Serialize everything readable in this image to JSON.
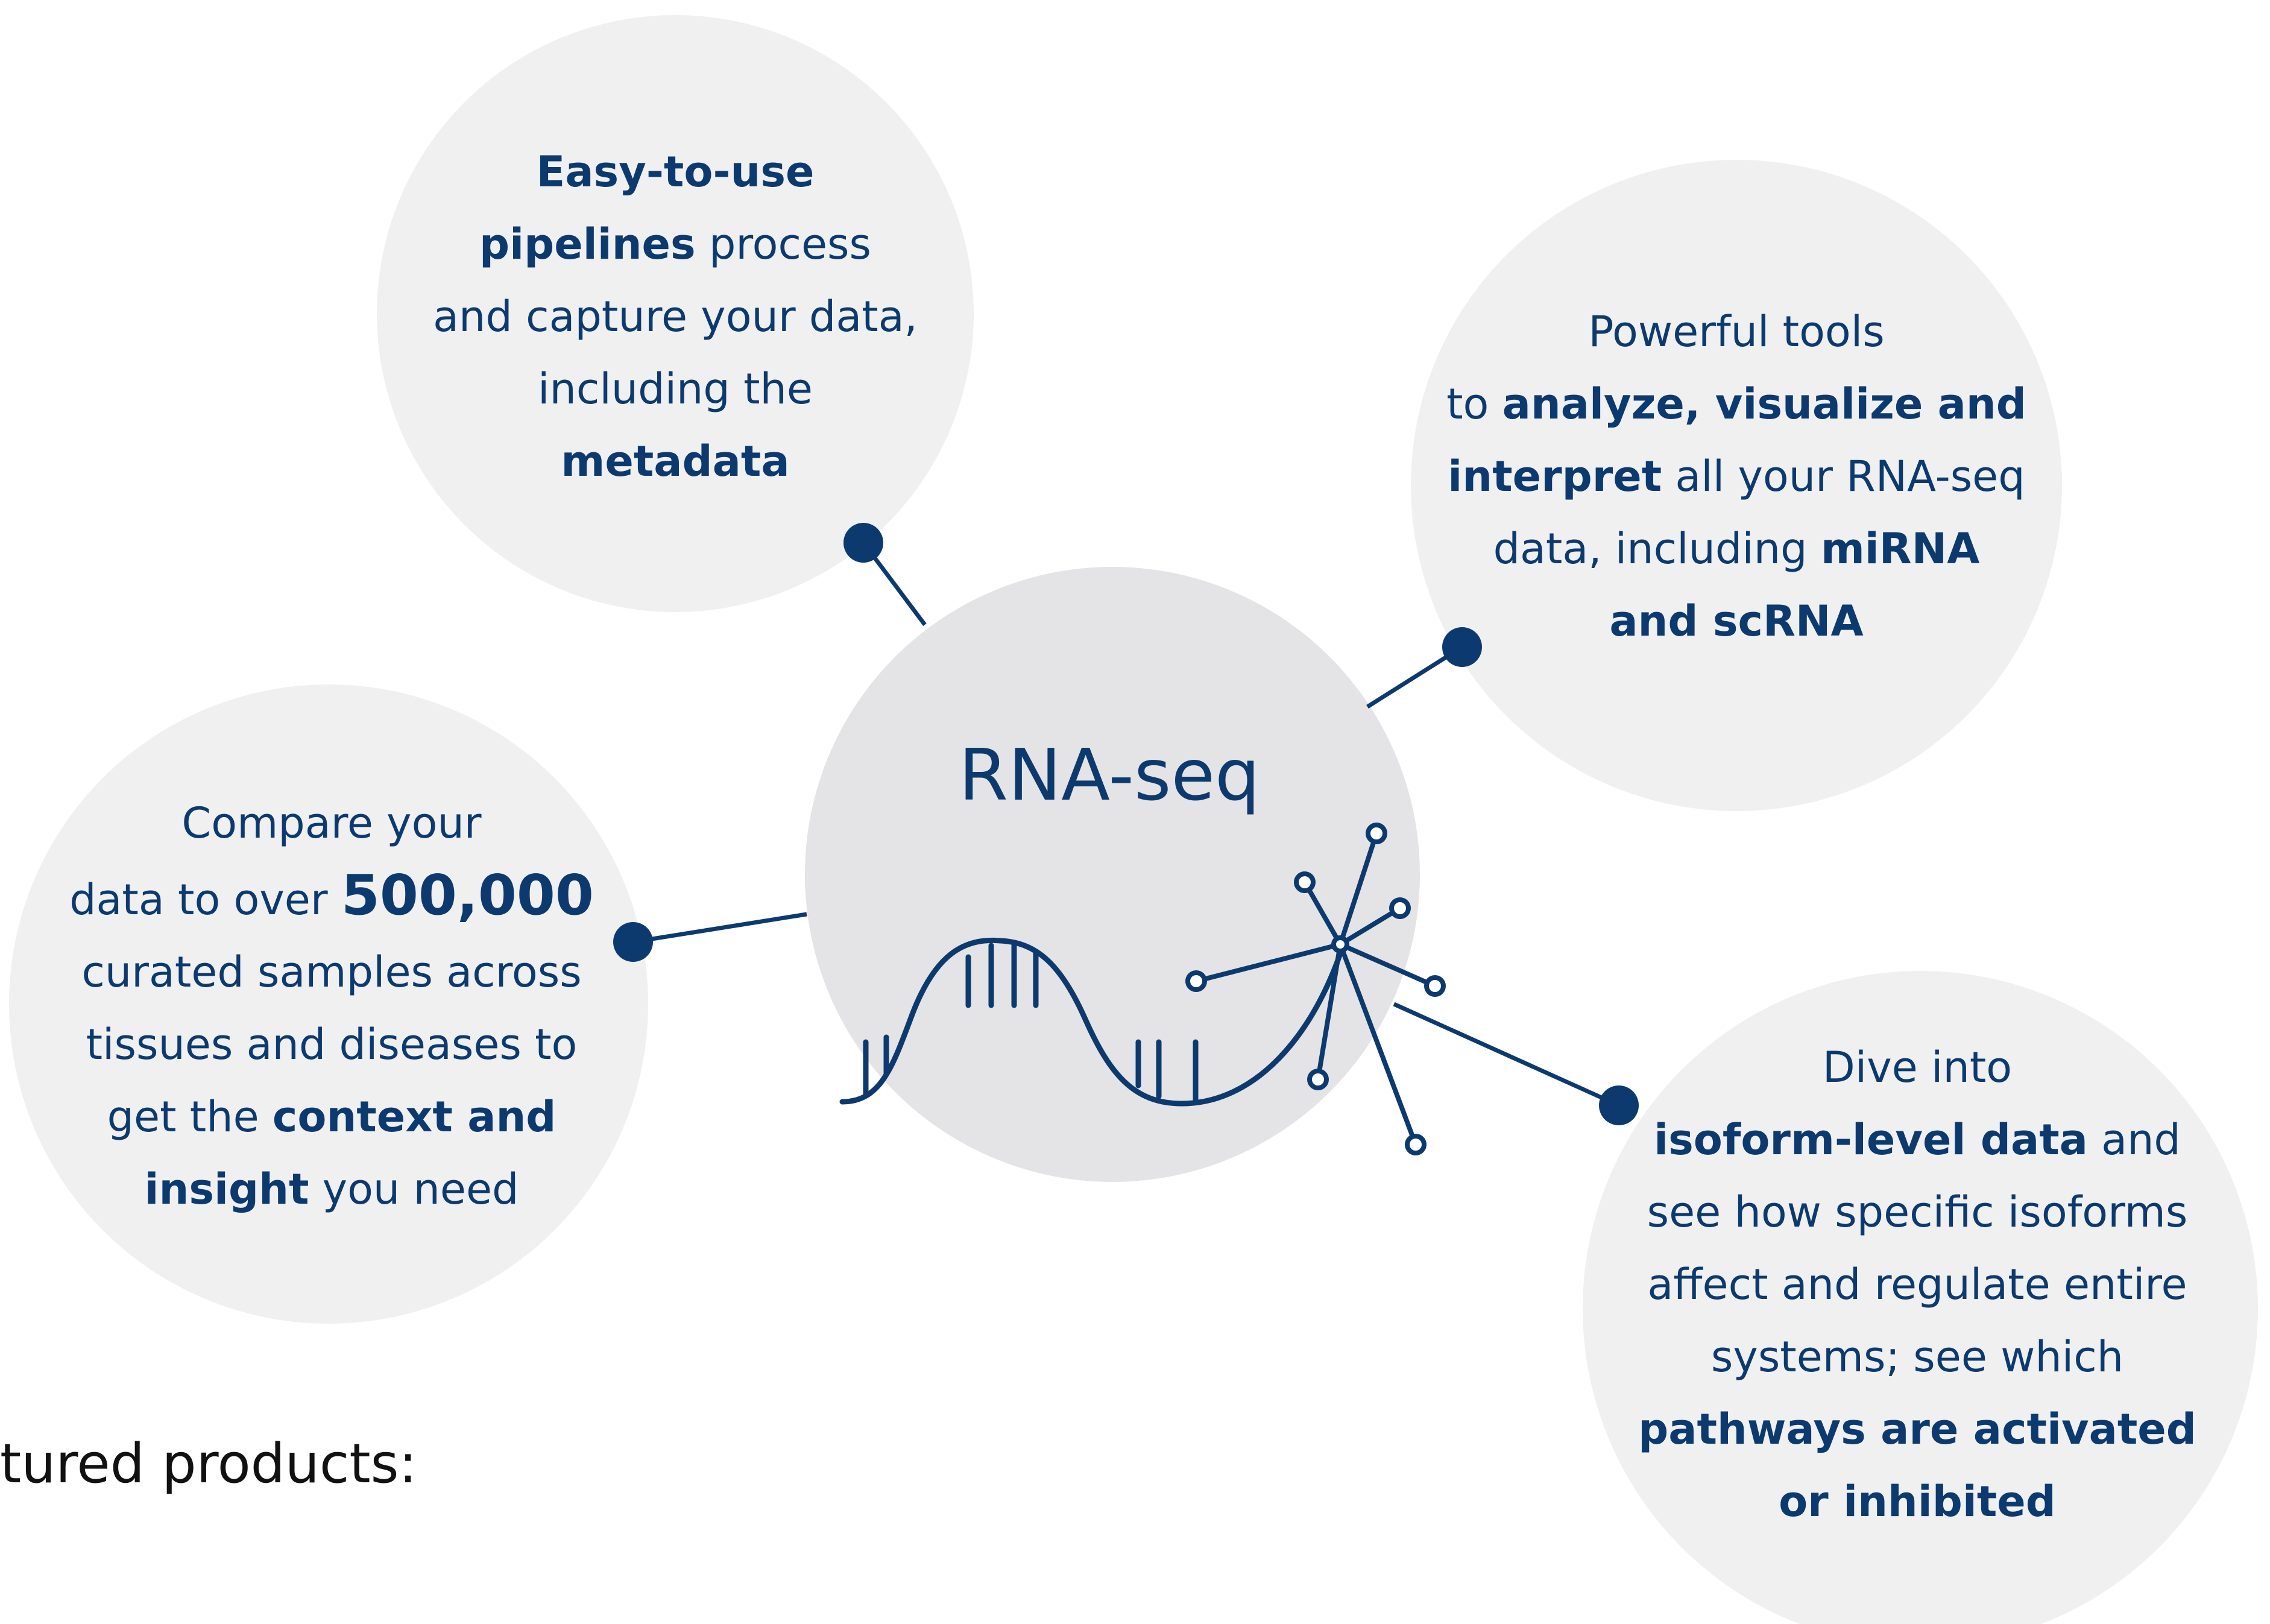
{
  "center": {
    "title": "RNA-seq"
  },
  "bubbles": {
    "top": {
      "lines": [
        [
          {
            "text": "Easy-to-use",
            "bold": true
          }
        ],
        [
          {
            "text": "pipelines",
            "bold": true
          },
          {
            "text": " process",
            "bold": false
          }
        ],
        [
          {
            "text": "and capture your data,",
            "bold": false
          }
        ],
        [
          {
            "text": "including the",
            "bold": false
          }
        ],
        [
          {
            "text": "metadata",
            "bold": true
          }
        ]
      ]
    },
    "right": {
      "lines": [
        [
          {
            "text": "Powerful tools",
            "bold": false
          }
        ],
        [
          {
            "text": "to ",
            "bold": false
          },
          {
            "text": "analyze, visualize and",
            "bold": true
          }
        ],
        [
          {
            "text": "interpret",
            "bold": true
          },
          {
            "text": " all your RNA-seq",
            "bold": false
          }
        ],
        [
          {
            "text": "data, including ",
            "bold": false
          },
          {
            "text": "miRNA",
            "bold": true
          }
        ],
        [
          {
            "text": "and scRNA",
            "bold": true
          }
        ]
      ]
    },
    "left": {
      "lines": [
        [
          {
            "text": "Compare your",
            "bold": false
          }
        ],
        [
          {
            "text": "data to over ",
            "bold": false
          },
          {
            "text": "500,000",
            "bold": true,
            "big": true
          }
        ],
        [
          {
            "text": "curated samples across",
            "bold": false
          }
        ],
        [
          {
            "text": "tissues and diseases to",
            "bold": false
          }
        ],
        [
          {
            "text": "get the ",
            "bold": false
          },
          {
            "text": "context and",
            "bold": true
          }
        ],
        [
          {
            "text": "insight",
            "bold": true
          },
          {
            "text": " you need",
            "bold": false
          }
        ]
      ]
    },
    "bottom_right": {
      "lines": [
        [
          {
            "text": "Dive into",
            "bold": false
          }
        ],
        [
          {
            "text": "isoform-level data",
            "bold": true
          },
          {
            "text": " and",
            "bold": false
          }
        ],
        [
          {
            "text": "see how specific isoforms",
            "bold": false
          }
        ],
        [
          {
            "text": "affect and regulate entire",
            "bold": false
          }
        ],
        [
          {
            "text": "systems; see which",
            "bold": false
          }
        ],
        [
          {
            "text": "pathways are activated",
            "bold": true
          }
        ],
        [
          {
            "text": "or inhibited",
            "bold": true
          }
        ]
      ]
    }
  },
  "footer": {
    "text": "tured products:"
  },
  "colors": {
    "accent": "#0d3a6e",
    "bubble_fill": "#f0f0f1",
    "center_fill": "#e4e4e6"
  }
}
